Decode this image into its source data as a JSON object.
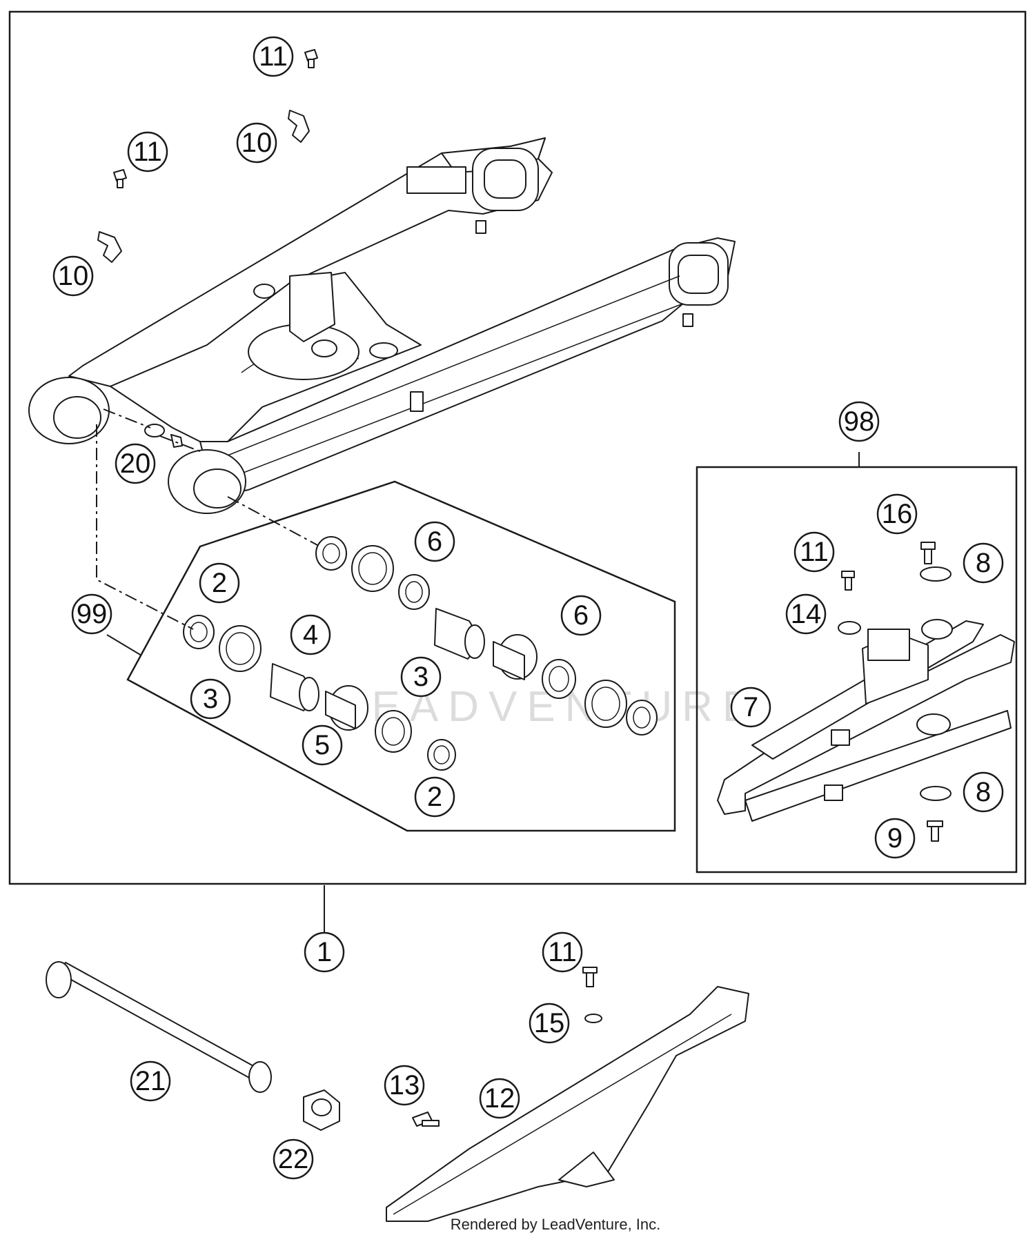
{
  "watermark": "LEADVENTURE",
  "credit": "Rendered by LeadVenture, Inc.",
  "callouts": {
    "c1": "1",
    "c2a": "2",
    "c2b": "2",
    "c3a": "3",
    "c3b": "3",
    "c4": "4",
    "c5": "5",
    "c6a": "6",
    "c6b": "6",
    "c7": "7",
    "c8a": "8",
    "c8b": "8",
    "c9": "9",
    "c10a": "10",
    "c10b": "10",
    "c11a": "11",
    "c11b": "11",
    "c11c": "11",
    "c11d": "11",
    "c12": "12",
    "c13": "13",
    "c14": "14",
    "c15": "15",
    "c16": "16",
    "c20": "20",
    "c21": "21",
    "c22": "22",
    "c98": "98",
    "c99": "99"
  }
}
